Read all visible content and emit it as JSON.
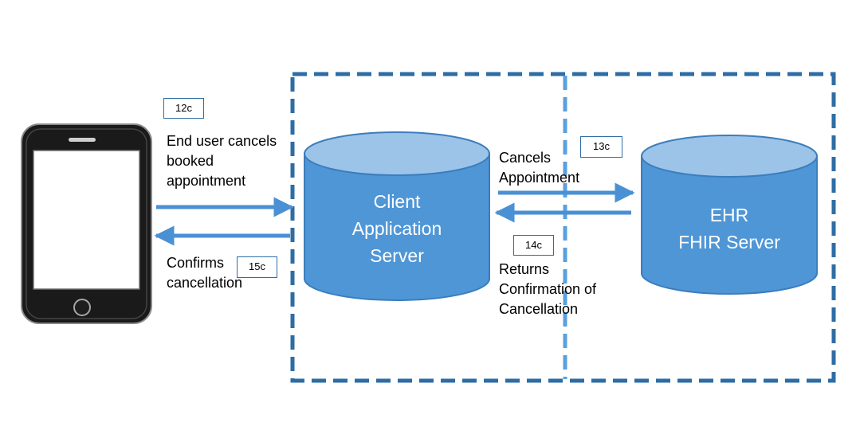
{
  "steps": {
    "s12c": "12c",
    "s13c": "13c",
    "s14c": "14c",
    "s15c": "15c"
  },
  "labels": {
    "user_cancels": "End user cancels\nbooked\nappointment",
    "confirms": "Confirms\ncancellation",
    "cancels_appt": "Cancels\nAppointment",
    "returns": "Returns\nConfirmation of\nCancellation"
  },
  "nodes": {
    "client_server": "Client\nApplication\nServer",
    "ehr_server": "EHR\nFHIR Server"
  },
  "colors": {
    "cylinder_body": "#4f96d6",
    "cylinder_top": "#9cc3e8",
    "cylinder_outline": "#3b7dbd",
    "arrow": "#4a90d4",
    "boundary": "#2e6da4",
    "divider": "#5aa0e0",
    "phone_body": "#1a1a1a"
  },
  "icons": {
    "phone": "smartphone-icon"
  }
}
